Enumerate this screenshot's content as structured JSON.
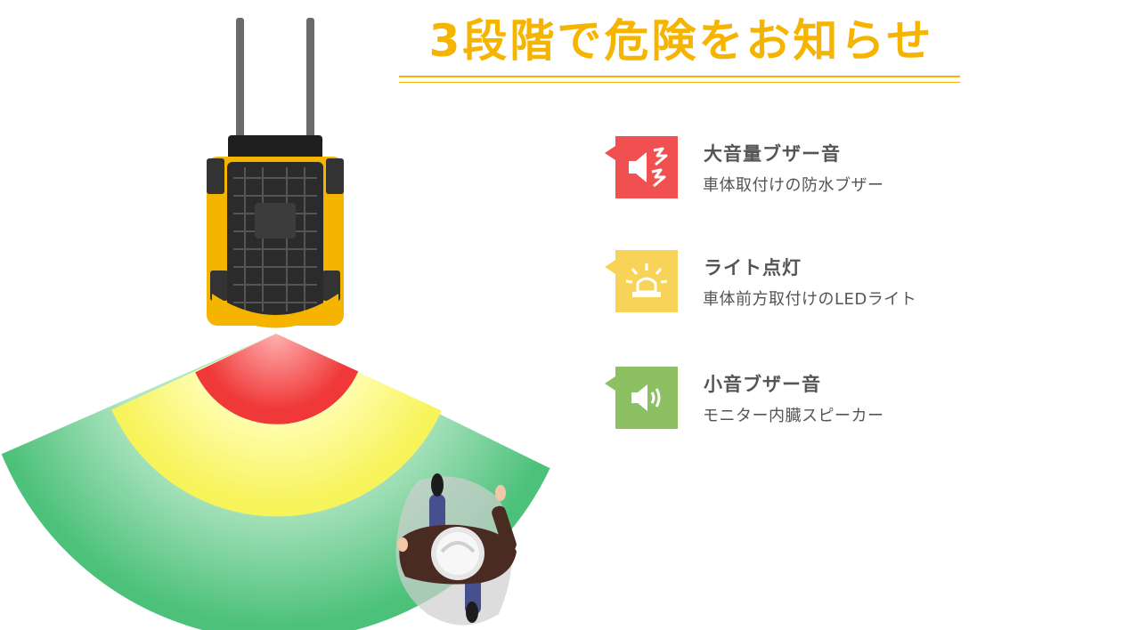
{
  "title": "3段階で危険をお知らせ",
  "colors": {
    "accent": "#f5b400",
    "danger": "#f05050",
    "warning": "#f7d458",
    "safe": "#8cc063",
    "text": "#555555"
  },
  "alerts": [
    {
      "name": "大音量ブザー音",
      "description": "車体取付けの防水ブザー",
      "icon": "loud-speaker-icon",
      "color": "#f05050"
    },
    {
      "name": "ライト点灯",
      "description": "車体前方取付けのLEDライト",
      "icon": "rotating-warning-light-icon",
      "color": "#f7d458"
    },
    {
      "name": "小音ブザー音",
      "description": "モニター内臓スピーカー",
      "icon": "speaker-icon",
      "color": "#8cc063"
    }
  ],
  "zones": [
    {
      "level": "danger",
      "color": "#f05050"
    },
    {
      "level": "warning",
      "color": "#f7f35a"
    },
    {
      "level": "safe",
      "color": "#4cc17a"
    }
  ]
}
